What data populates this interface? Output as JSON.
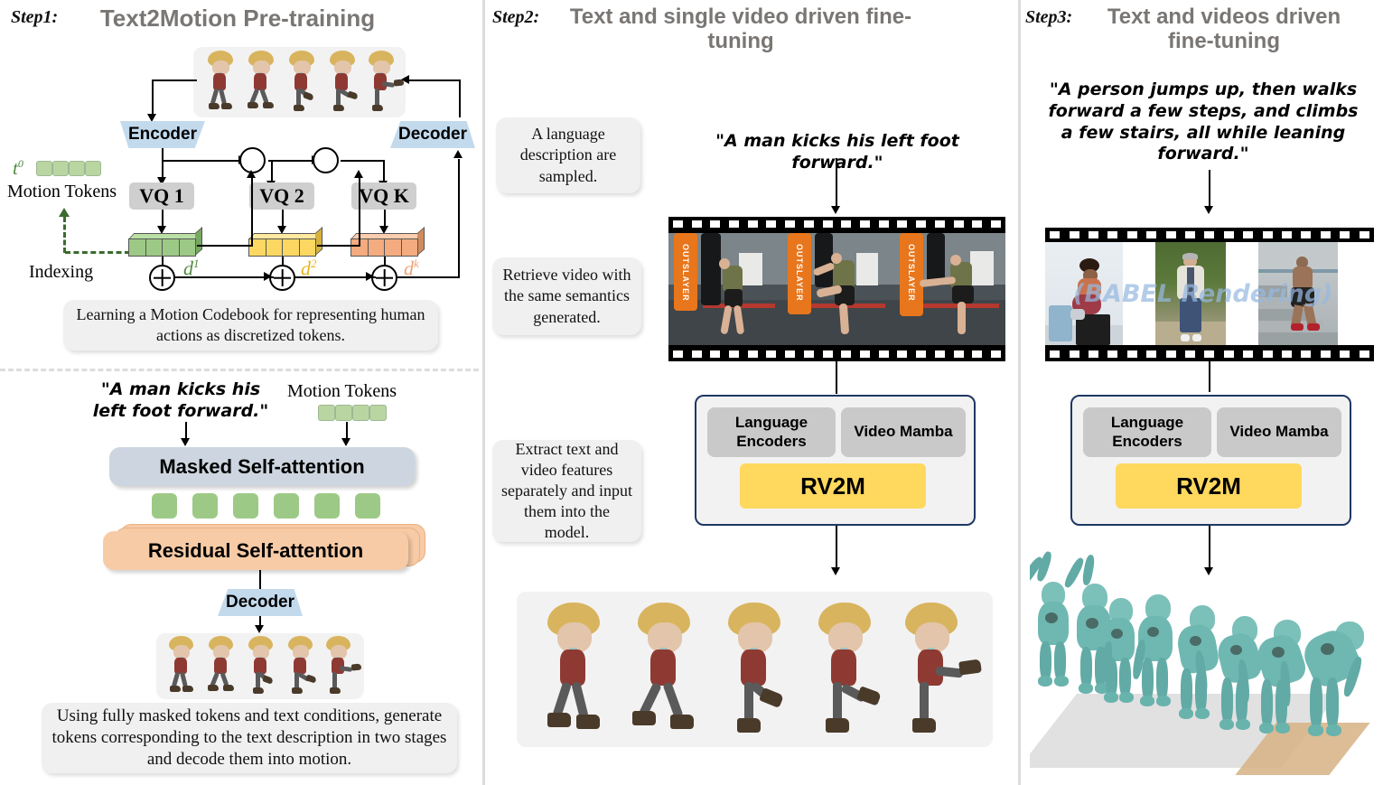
{
  "columns": {
    "step1": {
      "step_label": "Step1:",
      "title": "Text2Motion Pre-training",
      "encoder_label": "Encoder",
      "decoder_label": "Decoder",
      "t0_label": "t0",
      "motion_tokens_label": "Motion Tokens",
      "indexing_label": "Indexing",
      "vq_boxes": [
        "VQ 1",
        "VQ 2",
        "VQ K"
      ],
      "d_labels": [
        "d1",
        "d2",
        "dk"
      ],
      "caption": "Learning a Motion Codebook for representing human actions as discretized tokens."
    },
    "step1b": {
      "prompt": "\"A man kicks his left foot forward.\"",
      "motion_tokens_label": "Motion Tokens",
      "masked_attention_label": "Masked Self-attention",
      "residual_attention_label": "Residual Self-attention",
      "decoder_label": "Decoder",
      "caption": "Using fully masked tokens and text conditions, generate tokens corresponding to the text description in two stages and decode them into motion."
    },
    "step2": {
      "step_label": "Step2:",
      "title": "Text and single video driven fine-tuning",
      "callout_1": "A language description are sampled.",
      "callout_2": "Retrieve video with the same semantics generated.",
      "callout_3": "Extract text and video features separately and input them into the model.",
      "prompt": "\"A man kicks his left foot forward.\"",
      "model": {
        "sub_left": "Language Encoders",
        "sub_right": "Video Mamba",
        "main": "RV2M"
      },
      "video_caption_text": "OUTSLAYER"
    },
    "step3": {
      "step_label": "Step3:",
      "title": "Text and videos driven fine-tuning",
      "prompt": "\"A person jumps up, then walks forward a few steps, and climbs a few stairs, all while leaning forward.\"",
      "watermark": "(BABEL Rendering)",
      "model": {
        "sub_left": "Language Encoders",
        "sub_right": "Video Mamba",
        "main": "RV2M"
      }
    }
  },
  "colors": {
    "title_gray": "#797674",
    "trapezoid_blue": "#c3daed",
    "vq_gray": "#cfcfcf",
    "token_green": "#9dc986",
    "token_yellow": "#fcd862",
    "token_orange": "#f3ab7f",
    "masked_attention": "#cdd6e0",
    "residual_attention": "#f7cba6",
    "model_border": "#1f3864",
    "rv2m_yellow": "#ffd85e",
    "callout_bg": "#f0f0f0",
    "indexing_green": "#3b6b2e",
    "robot_teal": "#69b3ad",
    "watermark_blue": "#96b9e1"
  }
}
